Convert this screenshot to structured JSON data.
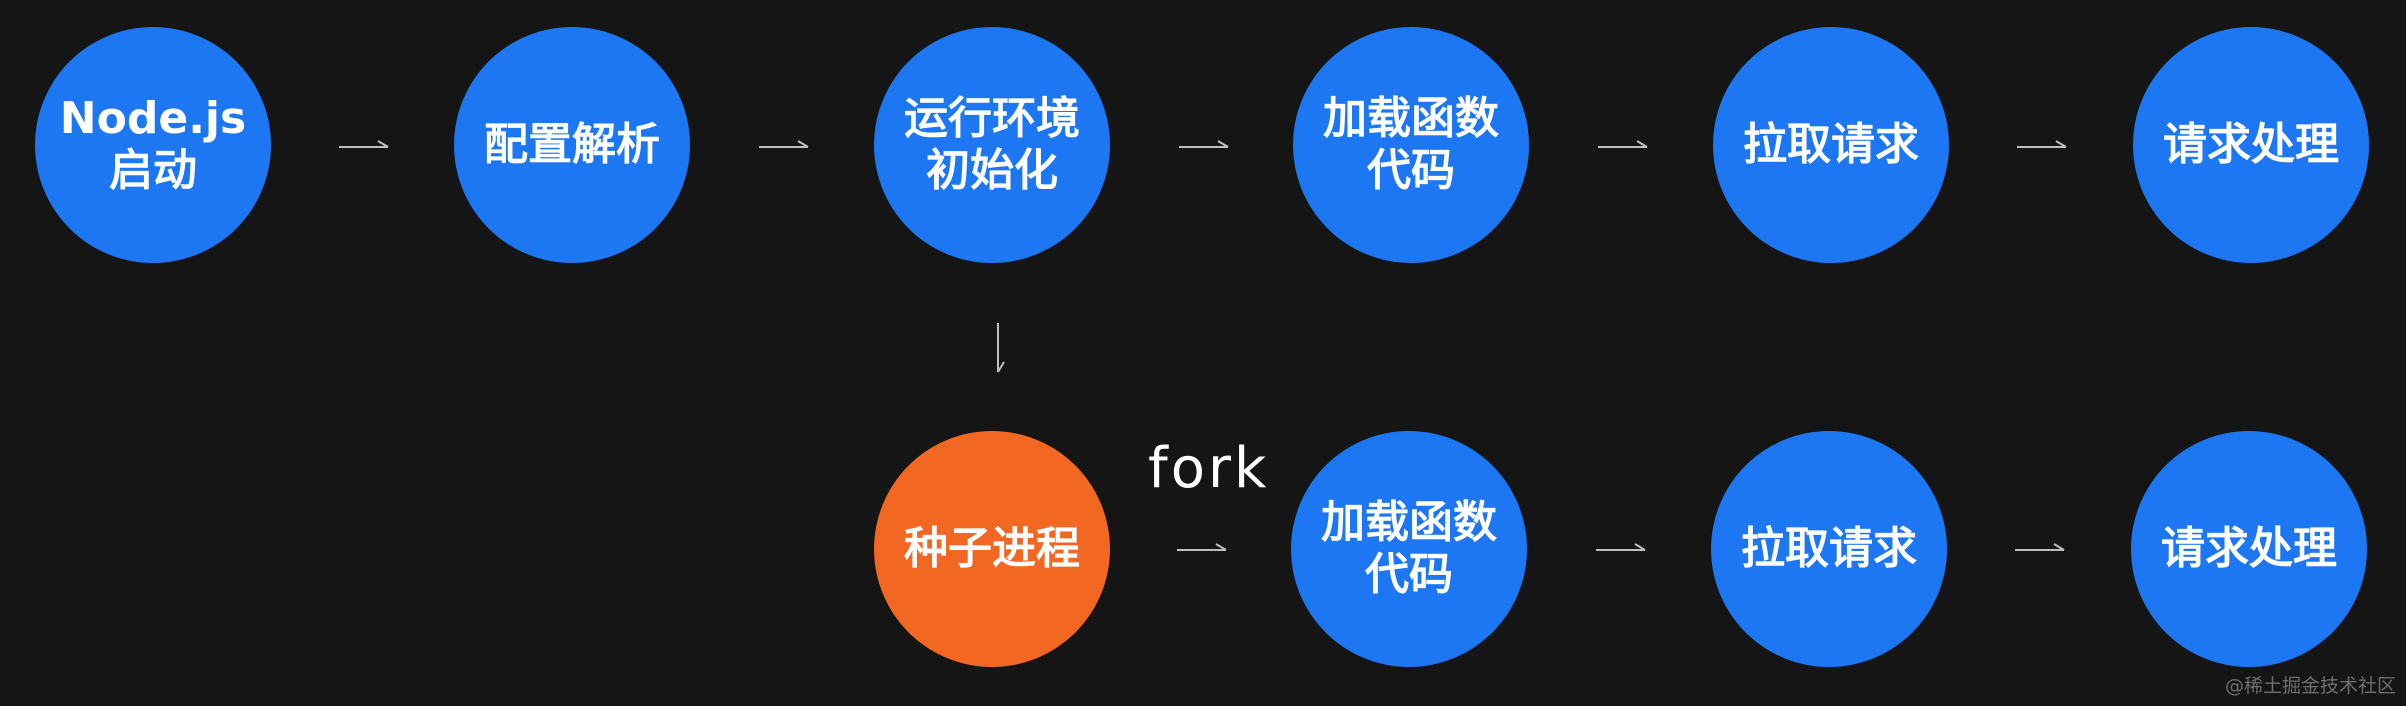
{
  "row1": [
    {
      "lines": [
        "Node.js",
        "启动"
      ]
    },
    {
      "lines": [
        "配置解析"
      ]
    },
    {
      "lines": [
        "运行环境",
        "初始化"
      ]
    },
    {
      "lines": [
        "加载函数",
        "代码"
      ]
    },
    {
      "lines": [
        "拉取请求"
      ]
    },
    {
      "lines": [
        "请求处理"
      ]
    }
  ],
  "row2": [
    {
      "lines": [
        "种子进程"
      ]
    },
    {
      "lines": [
        "加载函数",
        "代码"
      ]
    },
    {
      "lines": [
        "拉取请求"
      ]
    },
    {
      "lines": [
        "请求处理"
      ]
    }
  ],
  "fork_label": "fork",
  "watermark": "@稀土掘金技术社区",
  "colors": {
    "background": "#151515",
    "node_blue": "#1d77f2",
    "node_orange": "#f26722",
    "arrow": "#bfbfbf"
  }
}
